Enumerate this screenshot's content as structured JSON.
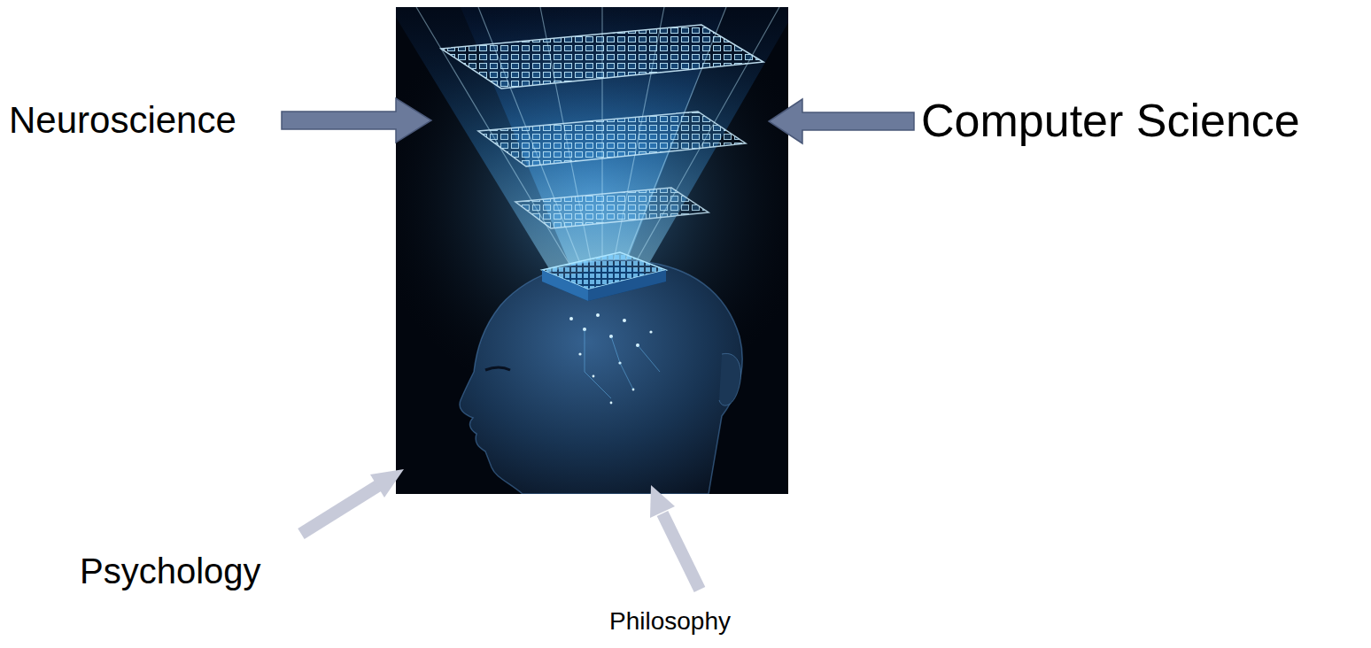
{
  "diagram": {
    "labels": [
      "Neuroscience",
      "Computer Science",
      "Psychology",
      "Philosophy"
    ]
  }
}
